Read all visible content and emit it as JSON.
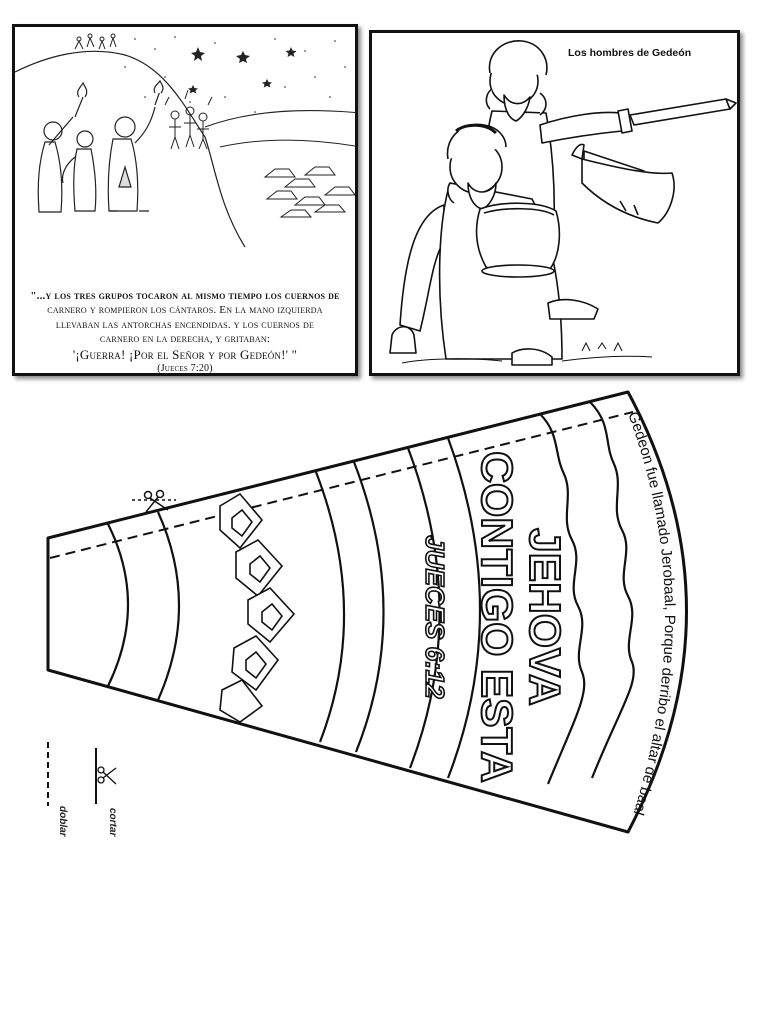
{
  "left_panel": {
    "verse_lines": [
      "\"...y los tres grupos tocaron al mismo tiempo los cuernos de",
      "carnero y rompieron los cántaros. En la mano izquierda",
      "llevaban las antorchas encendidas. y los cuernos de",
      "carnero en la derecha, y gritaban:"
    ],
    "battle_cry": "'¡Guerra! ¡Por el Señor y por Gedeón!' \"",
    "reference": "(Jueces 7:20)"
  },
  "right_panel": {
    "title": "Los hombres de Gedeón"
  },
  "cutout": {
    "curved_verse": "Gedeon fue llamado Jerobaal,  Porque  derribo el altar de baal",
    "headline_1": "JEHOVA",
    "headline_2": "CONTIGO ESTA",
    "reference": "JUECES 6:12"
  },
  "legend": {
    "fold_label": "doblar",
    "cut_label": "cortar"
  }
}
